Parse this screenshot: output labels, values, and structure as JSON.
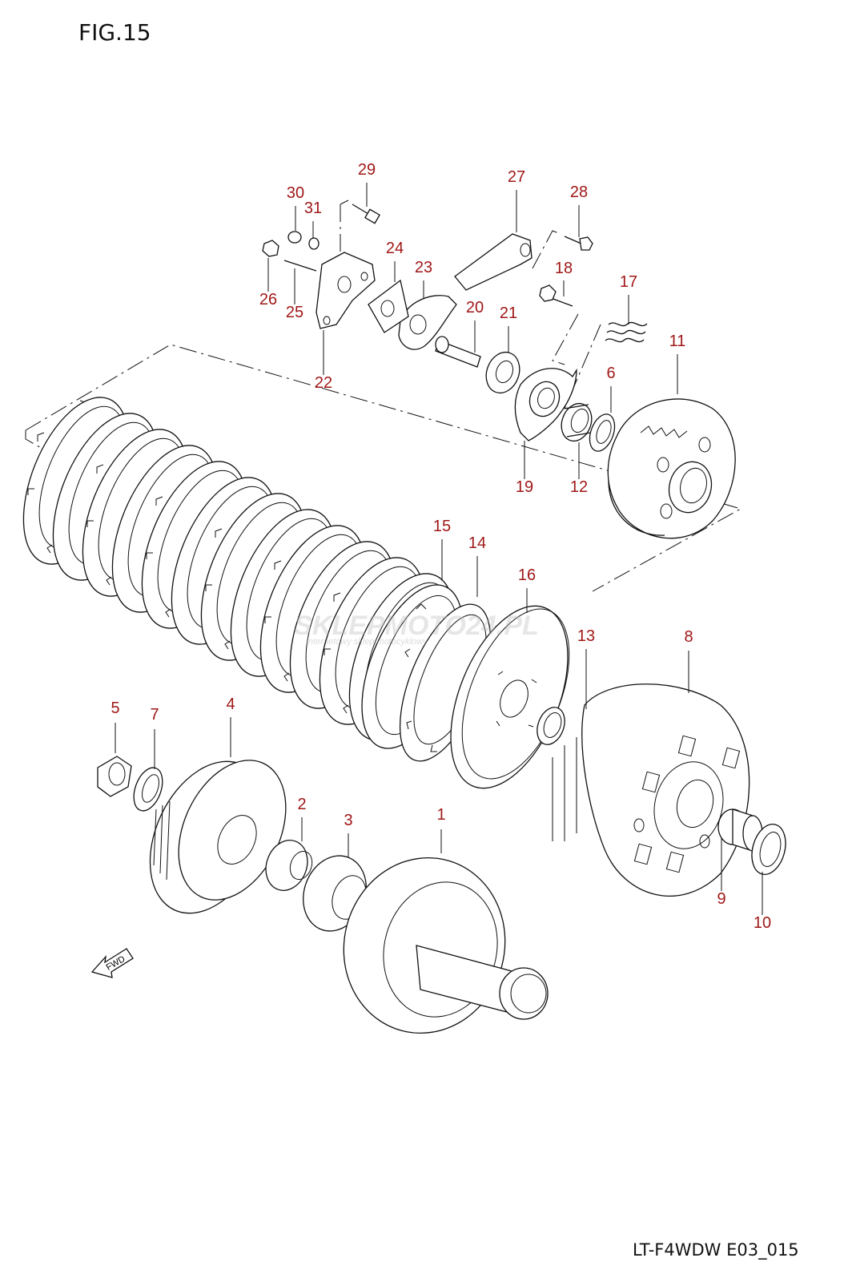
{
  "figure": {
    "title": "FIG.15",
    "code": "LT-F4WDW E03_015",
    "fwd_label": "FWD",
    "watermark_main": "SKLEPMOTO24.PL",
    "watermark_sub": "internetowy sklep motocyklowy",
    "label_color": "#a01818"
  },
  "callouts": [
    "1",
    "2",
    "3",
    "4",
    "5",
    "6",
    "7",
    "8",
    "9",
    "10",
    "11",
    "12",
    "13",
    "14",
    "15",
    "16",
    "17",
    "18",
    "19",
    "20",
    "21",
    "22",
    "23",
    "24",
    "25",
    "26",
    "27",
    "28",
    "29",
    "30",
    "31"
  ]
}
